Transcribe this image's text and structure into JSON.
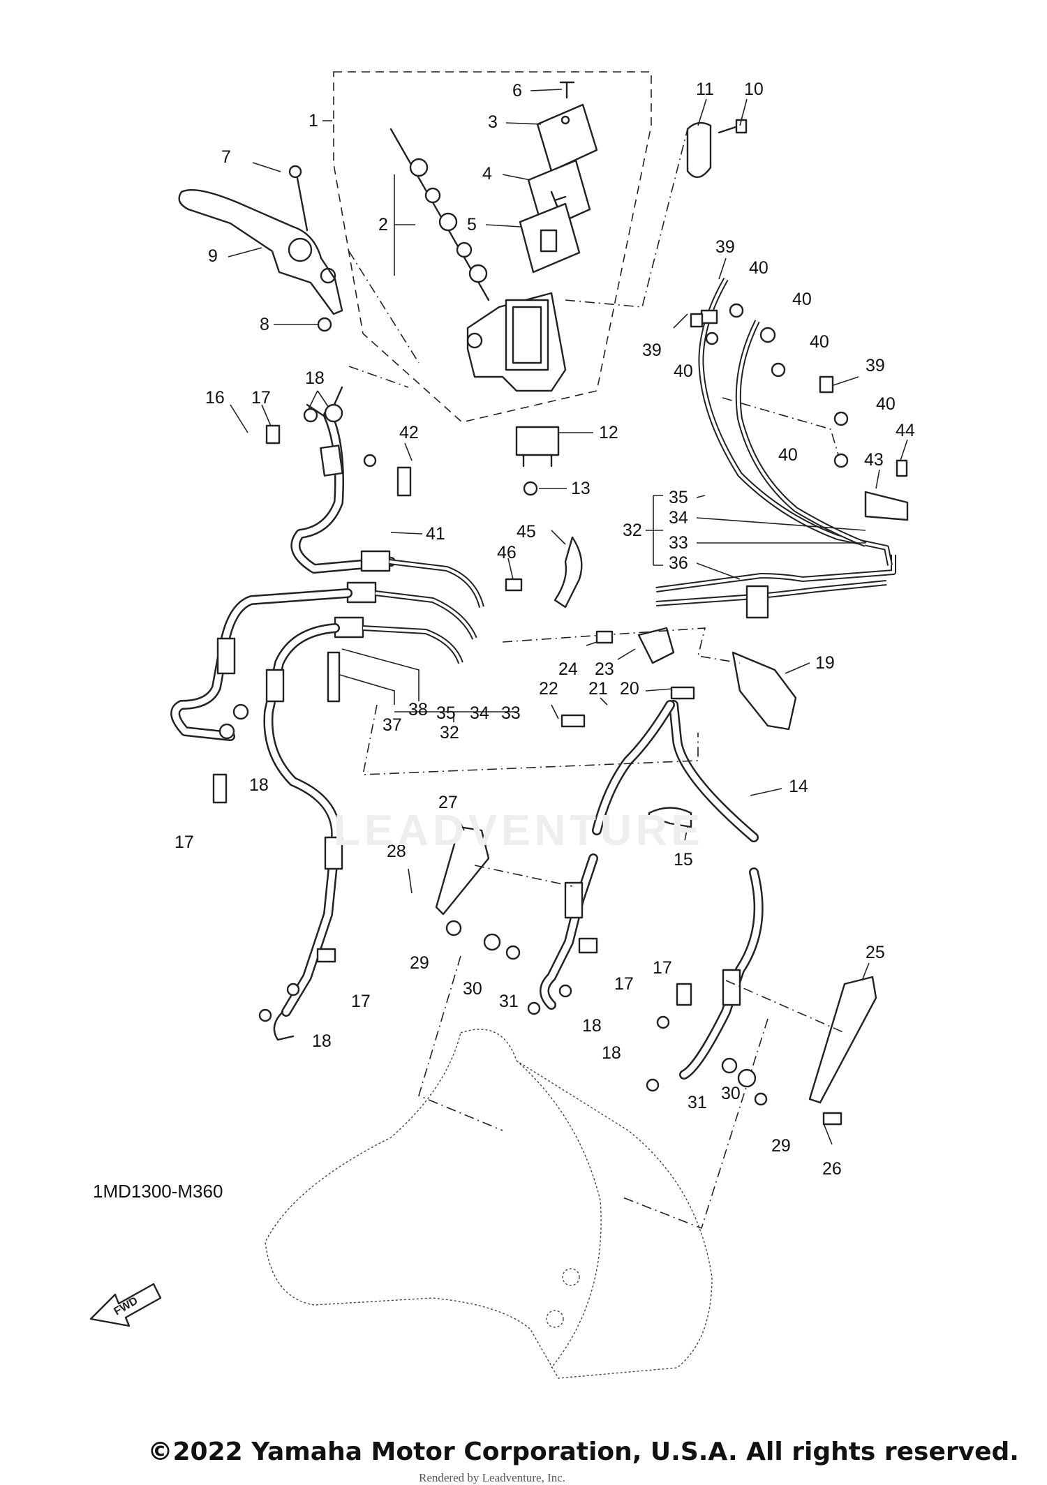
{
  "diagram": {
    "code": "1MD1300-M360",
    "fwd_label": "FWD",
    "watermark": "LEADVENTURE",
    "copyright": "©2022 Yamaha Motor Corporation, U.S.A. All rights reserved.",
    "rendered_by": "Rendered by Leadventure, Inc.",
    "callouts": [
      "1",
      "2",
      "3",
      "4",
      "5",
      "6",
      "7",
      "8",
      "9",
      "10",
      "11",
      "12",
      "13",
      "14",
      "15",
      "16",
      "17",
      "17",
      "17",
      "17",
      "17",
      "18",
      "18",
      "18",
      "18",
      "18",
      "19",
      "20",
      "21",
      "22",
      "23",
      "24",
      "25",
      "26",
      "27",
      "28",
      "29",
      "29",
      "30",
      "30",
      "31",
      "31",
      "32",
      "32",
      "33",
      "33",
      "34",
      "34",
      "35",
      "35",
      "36",
      "37",
      "38",
      "39",
      "39",
      "39",
      "40",
      "40",
      "40",
      "40",
      "40",
      "40",
      "41",
      "42",
      "43",
      "44",
      "45",
      "46"
    ]
  },
  "colors": {
    "line": "#222222",
    "background": "#ffffff",
    "watermark": "#eeeeee"
  }
}
